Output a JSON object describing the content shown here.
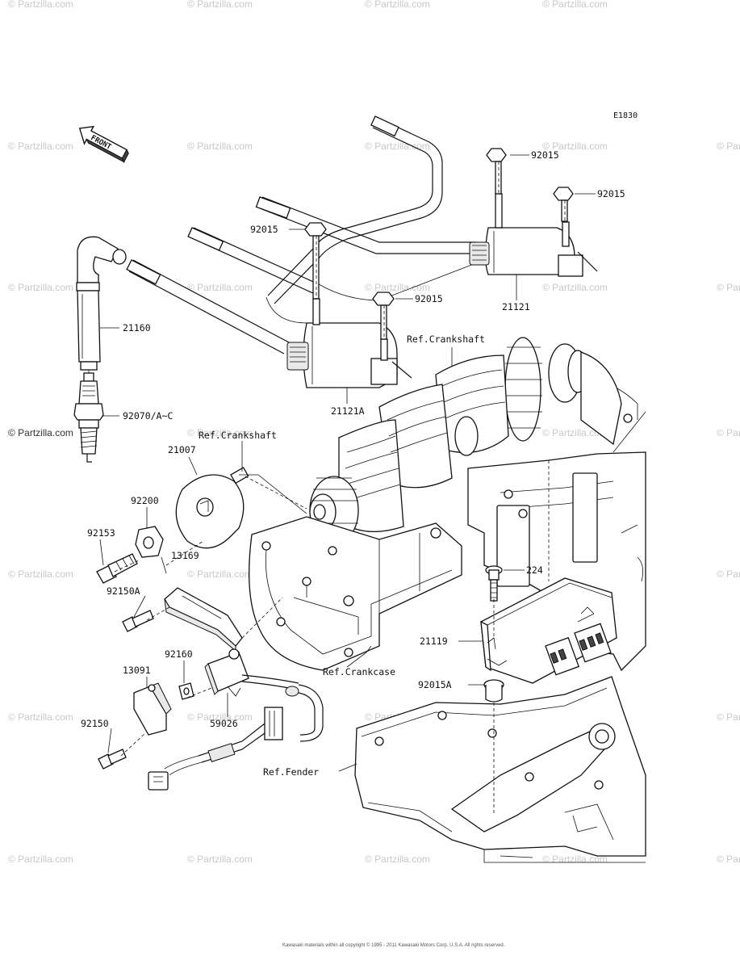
{
  "diagram_code": "E1830",
  "front_label": "FRONT",
  "watermark_text": "© Partzilla.com",
  "parts": {
    "p92015_a": "92015",
    "p92015_b": "92015",
    "p92015_c": "92015",
    "p92015_d": "92015",
    "p21121": "21121",
    "p21121A": "21121A",
    "p21160": "21160",
    "p92070": "92070/A~C",
    "p21007": "21007",
    "p92200": "92200",
    "p92153": "92153",
    "p13169": "13169",
    "p92150A": "92150A",
    "p92160": "92160",
    "p13091": "13091",
    "p92150": "92150",
    "p59026": "59026",
    "p224": "224",
    "p21119": "21119",
    "p92015A": "92015A"
  },
  "refs": {
    "crankshaft_upper": "Ref.Crankshaft",
    "crankshaft_lower": "Ref.Crankshaft",
    "crankcase": "Ref.Crankcase",
    "fender": "Ref.Fender"
  },
  "copyright": "Kawasaki materials within all copyright © 1995 - 2011 Kawasaki Motors Corp. U.S.A. All rights reserved."
}
